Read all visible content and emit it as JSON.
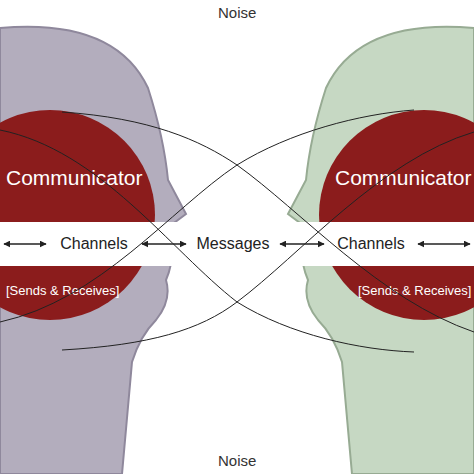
{
  "diagram": {
    "nodes": [
      {
        "text": [
          "Communicator",
          "[Sends & Receives]"
        ]
      },
      {
        "text": [
          "Channels"
        ]
      },
      {
        "text": [
          "Messages"
        ]
      },
      {
        "text": [
          "Channels"
        ]
      },
      {
        "text": [
          "Communicator",
          "[Sends & Receives]"
        ]
      }
    ],
    "edges": [
      {
        "from": 0,
        "to": 1,
        "arrow": "both"
      },
      {
        "from": 1,
        "to": 2,
        "arrow": "both"
      },
      {
        "from": 2,
        "to": 3,
        "arrow": "both"
      },
      {
        "from": 3,
        "to": 4,
        "arrow": "both"
      }
    ],
    "labels": [
      "Noise",
      "Noise"
    ]
  }
}
